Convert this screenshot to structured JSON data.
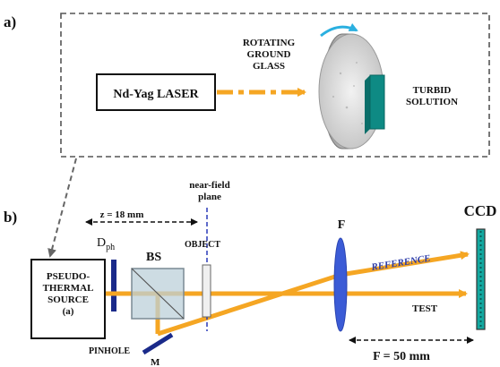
{
  "panel_a": {
    "label": "a)",
    "laser_label": "Nd-Yag LASER",
    "ground_glass_label": [
      "ROTATING",
      "GROUND",
      "GLASS"
    ],
    "turbid_label": [
      "TURBID",
      "SOLUTION"
    ]
  },
  "panel_b": {
    "label": "b)",
    "source_label": [
      "PSEUDO-",
      "THERMAL",
      "SOURCE",
      "(a)"
    ],
    "pinhole_label": "PINHOLE",
    "dph_main": "D",
    "dph_sub": "ph",
    "bs_label": "BS",
    "mirror_label": "M",
    "z_label": "z = 18 mm",
    "near_field_label": [
      "near-field",
      "plane"
    ],
    "object_label": "OBJECT",
    "lens_label": "F",
    "ccd_label": "CCD",
    "reference_label": "REFERENCE",
    "test_label": "TEST",
    "f_distance_label": "F = 50 mm"
  },
  "colors": {
    "beam": "#f5a623",
    "lens": "#3b5bd6",
    "pinhole": "#1a2a8a",
    "reference_text": "#2a3aa8",
    "beamsplitter": "#bcd0da",
    "turbid": "#0e8a84",
    "ccd": "#13a8a0",
    "arrow_rot": "#2bb0e0",
    "dashed_box": "#555555"
  }
}
